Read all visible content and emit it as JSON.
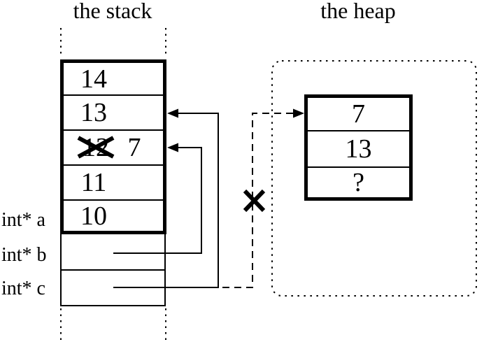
{
  "titles": {
    "stack": "the stack",
    "heap": "the heap"
  },
  "stack": {
    "rows": [
      {
        "value": "14"
      },
      {
        "value": "13"
      },
      {
        "value": "7",
        "crossed_out_value": "12"
      },
      {
        "value": "11"
      },
      {
        "value": "10"
      }
    ],
    "pointer_labels": [
      "int* a",
      "int* b",
      "int* c"
    ]
  },
  "heap": {
    "rows": [
      {
        "value": "7"
      },
      {
        "value": "13"
      },
      {
        "value": "?"
      }
    ]
  },
  "colors": {
    "ink": "#000000",
    "background": "#ffffff"
  }
}
